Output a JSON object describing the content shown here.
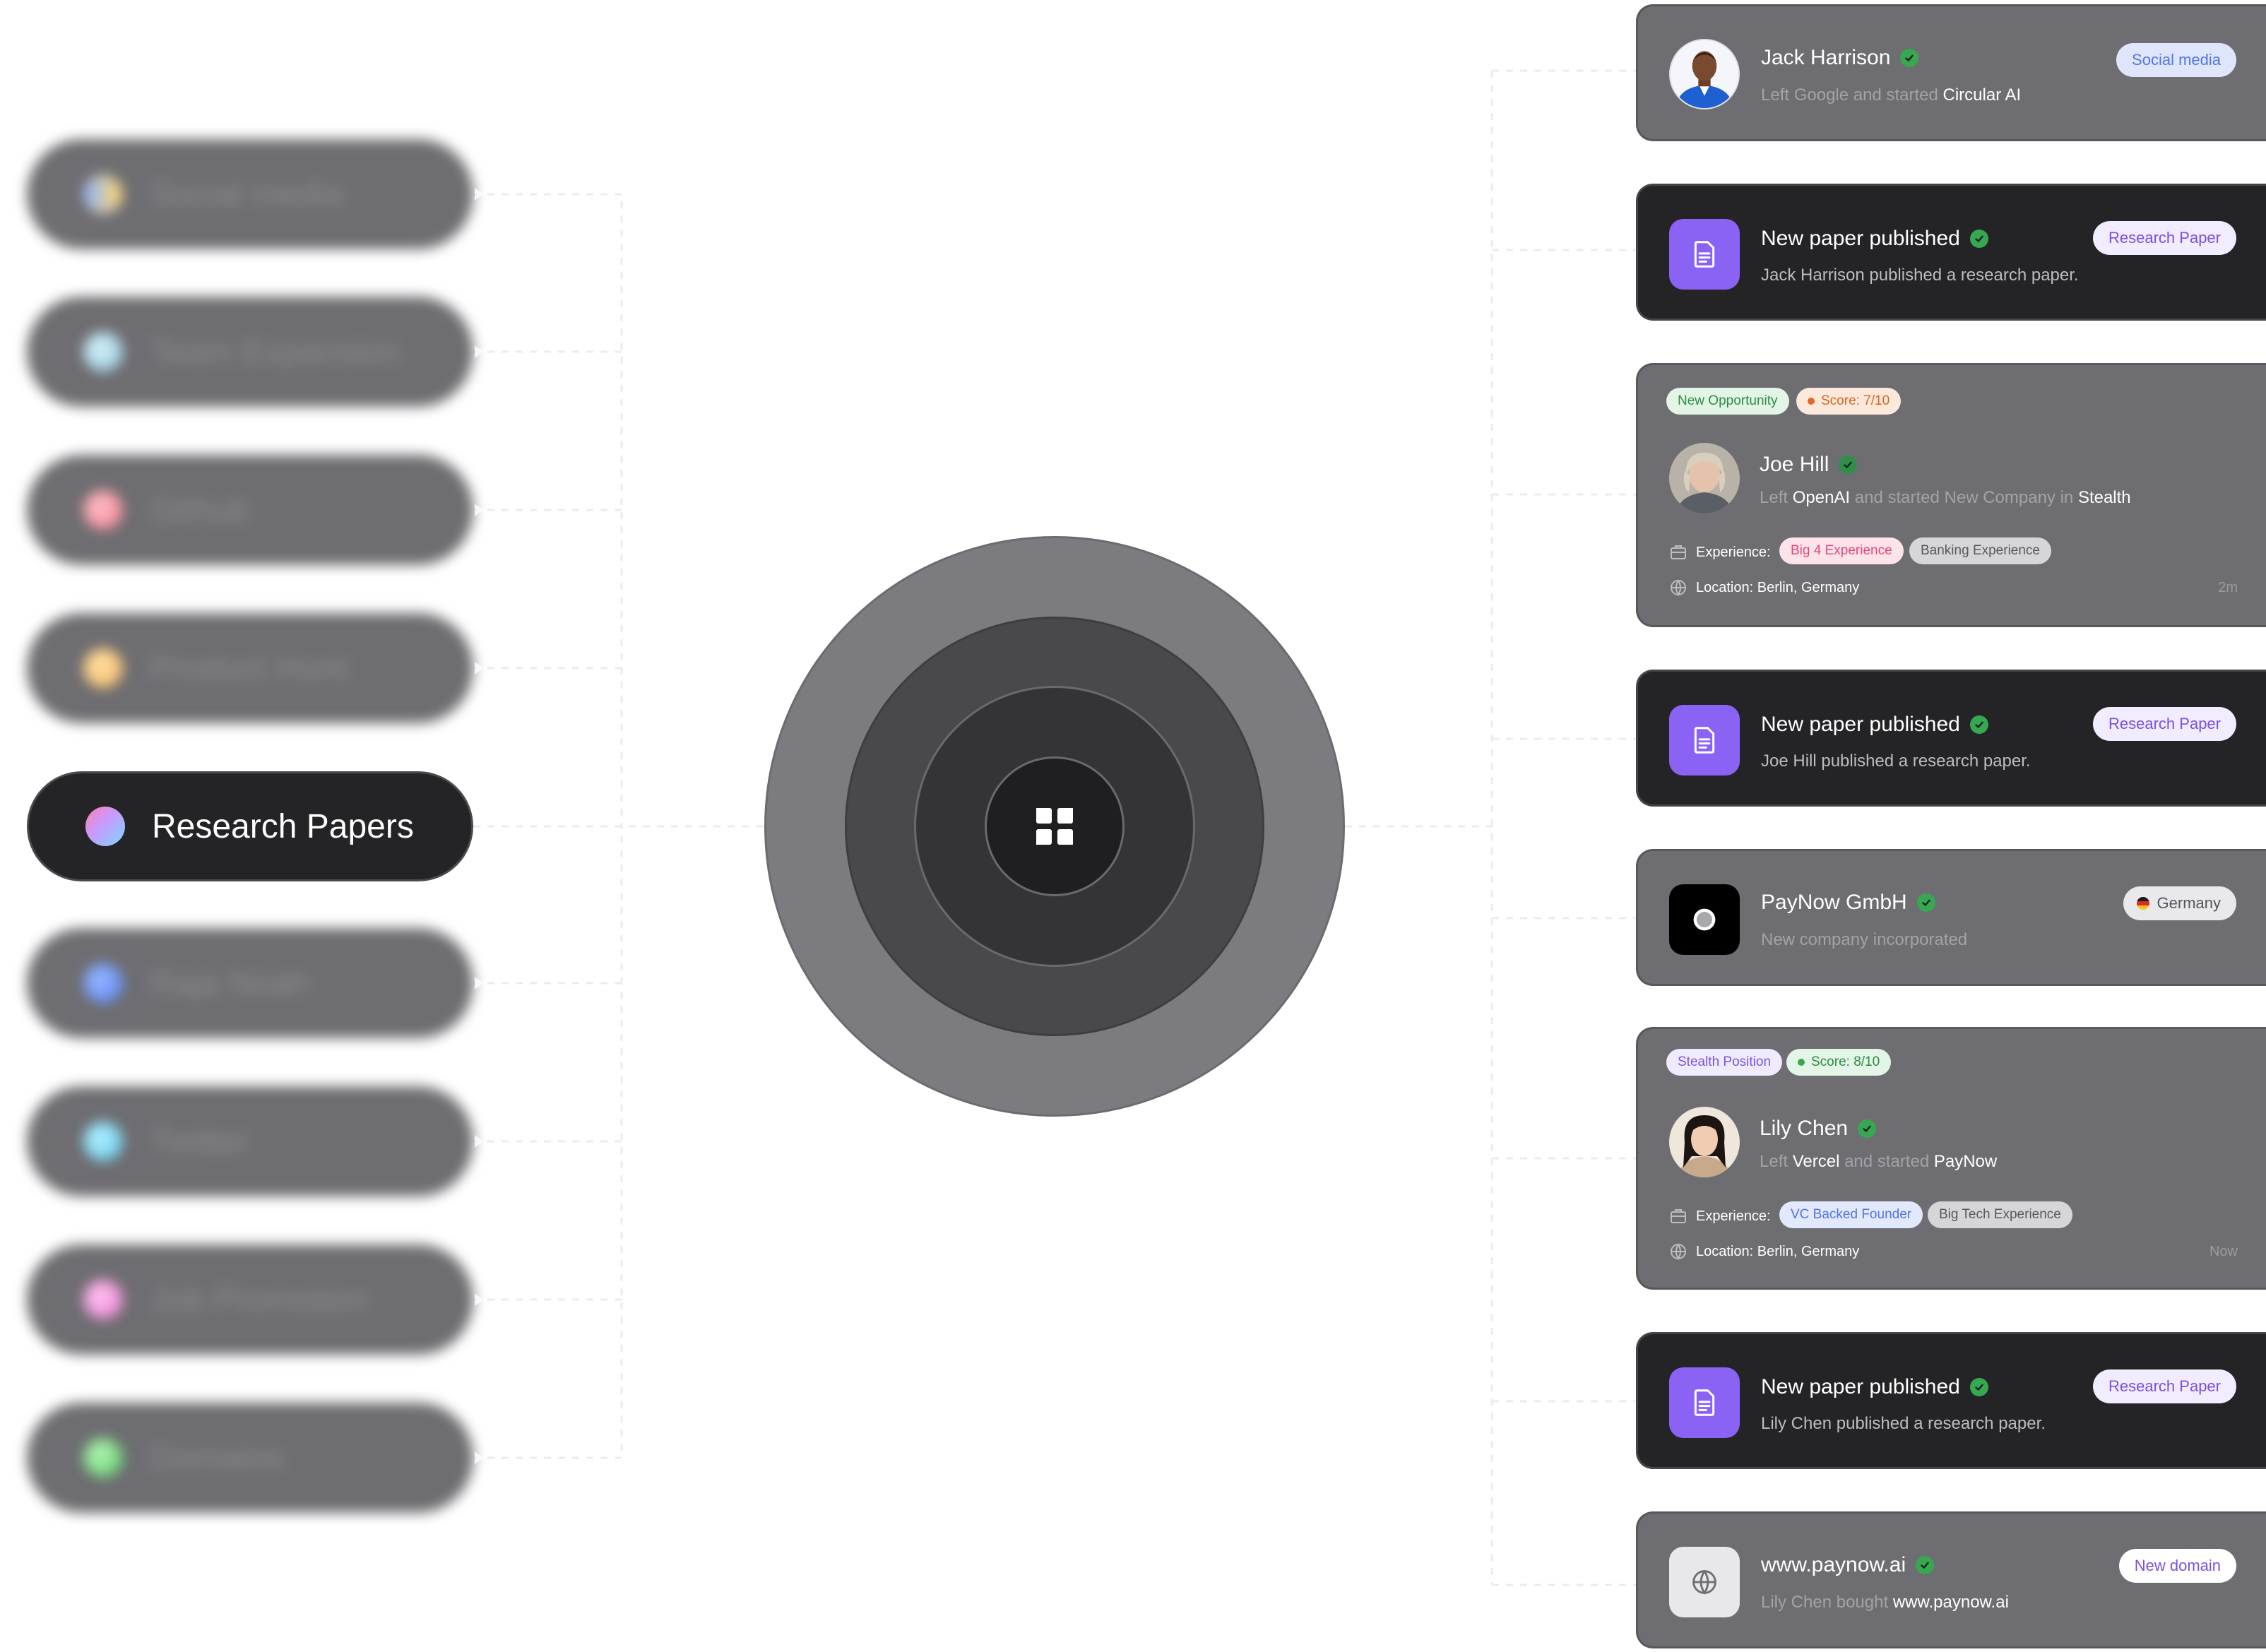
{
  "sidebar": {
    "items": [
      {
        "label": "Social media",
        "state": "blurred",
        "dot": "conic-gradient(from 90deg, #f7d57a, #9bb7f5, #f7d57a)"
      },
      {
        "label": "Team Expansion",
        "state": "blurred",
        "dot": "radial-gradient(circle at 40% 40%, #d6f0f6, #8fc6e0)"
      },
      {
        "label": "Github",
        "state": "blurred",
        "dot": "radial-gradient(circle at 40% 40%, #ffc1c8, #f2788b)"
      },
      {
        "label": "Product Hunt",
        "state": "blurred",
        "dot": "radial-gradient(circle at 40% 40%, #ffe0a6, #f5b65c)"
      },
      {
        "label": "Research Papers",
        "state": "active",
        "dot": "linear-gradient(135deg, #ff7eb3 0%, #c79bff 45%, #7ed6ff 100%)"
      },
      {
        "label": "Raja Noah",
        "state": "blurred",
        "dot": "radial-gradient(circle at 40% 40%, #9bb9ff, #4f7ef5)"
      },
      {
        "label": "Twitter",
        "state": "blurred",
        "dot": "radial-gradient(circle at 40% 40%, #b8f0ff, #53c4e8)"
      },
      {
        "label": "Job Promotion",
        "state": "blurred",
        "dot": "radial-gradient(circle at 40% 40%, #ffc7f0, #e874cf)"
      },
      {
        "label": "Domains",
        "state": "blurred",
        "dot": "radial-gradient(circle at 40% 40%, #b9f5b9, #4dc65b)"
      }
    ]
  },
  "feed": {
    "jack": {
      "name": "Jack Harrison",
      "badge": "Social media",
      "sub_prefix": "Left Google and started",
      "sub_highlight": "Circular AI"
    },
    "paper1": {
      "title": "New paper published",
      "badge": "Research Paper",
      "sub": "Jack Harrison published a research paper."
    },
    "joe": {
      "tag1": "New Opportunity",
      "tag2": "Score: 7/10",
      "name": "Joe Hill",
      "left": "Left",
      "company1": "OpenAI",
      "mid": "and started New Company in",
      "company2": "Stealth",
      "exp_label": "Experience:",
      "exp1": "Big 4 Experience",
      "exp2": "Banking Experience",
      "location": "Location: Berlin, Germany",
      "time": "2m"
    },
    "paper2": {
      "title": "New paper published",
      "badge": "Research Paper",
      "sub": "Joe Hill published a research paper."
    },
    "paynow": {
      "name": "PayNow GmbH",
      "badge": "Germany",
      "sub": "New company incorporated"
    },
    "lily": {
      "tag1": "Stealth Position",
      "tag2": "Score: 8/10",
      "name": "Lily Chen",
      "left": "Left",
      "company1": "Vercel",
      "mid": "and started",
      "company2": "PayNow",
      "exp_label": "Experience:",
      "exp1": "VC Backed Founder",
      "exp2": "Big Tech Experience",
      "location": "Location: Berlin, Germany",
      "time": "Now"
    },
    "paper3": {
      "title": "New paper published",
      "badge": "Research Paper",
      "sub": "Lily Chen published a research paper."
    },
    "domain": {
      "name": "www.paynow.ai",
      "badge": "New domain",
      "sub_prefix": "Lily Chen bought",
      "sub_highlight": "www.paynow.ai"
    }
  },
  "colors": {
    "active_pill": "#242326",
    "pill": "#6e6d71",
    "paper_icon": "#8a63f5",
    "verified": "#36a852"
  }
}
